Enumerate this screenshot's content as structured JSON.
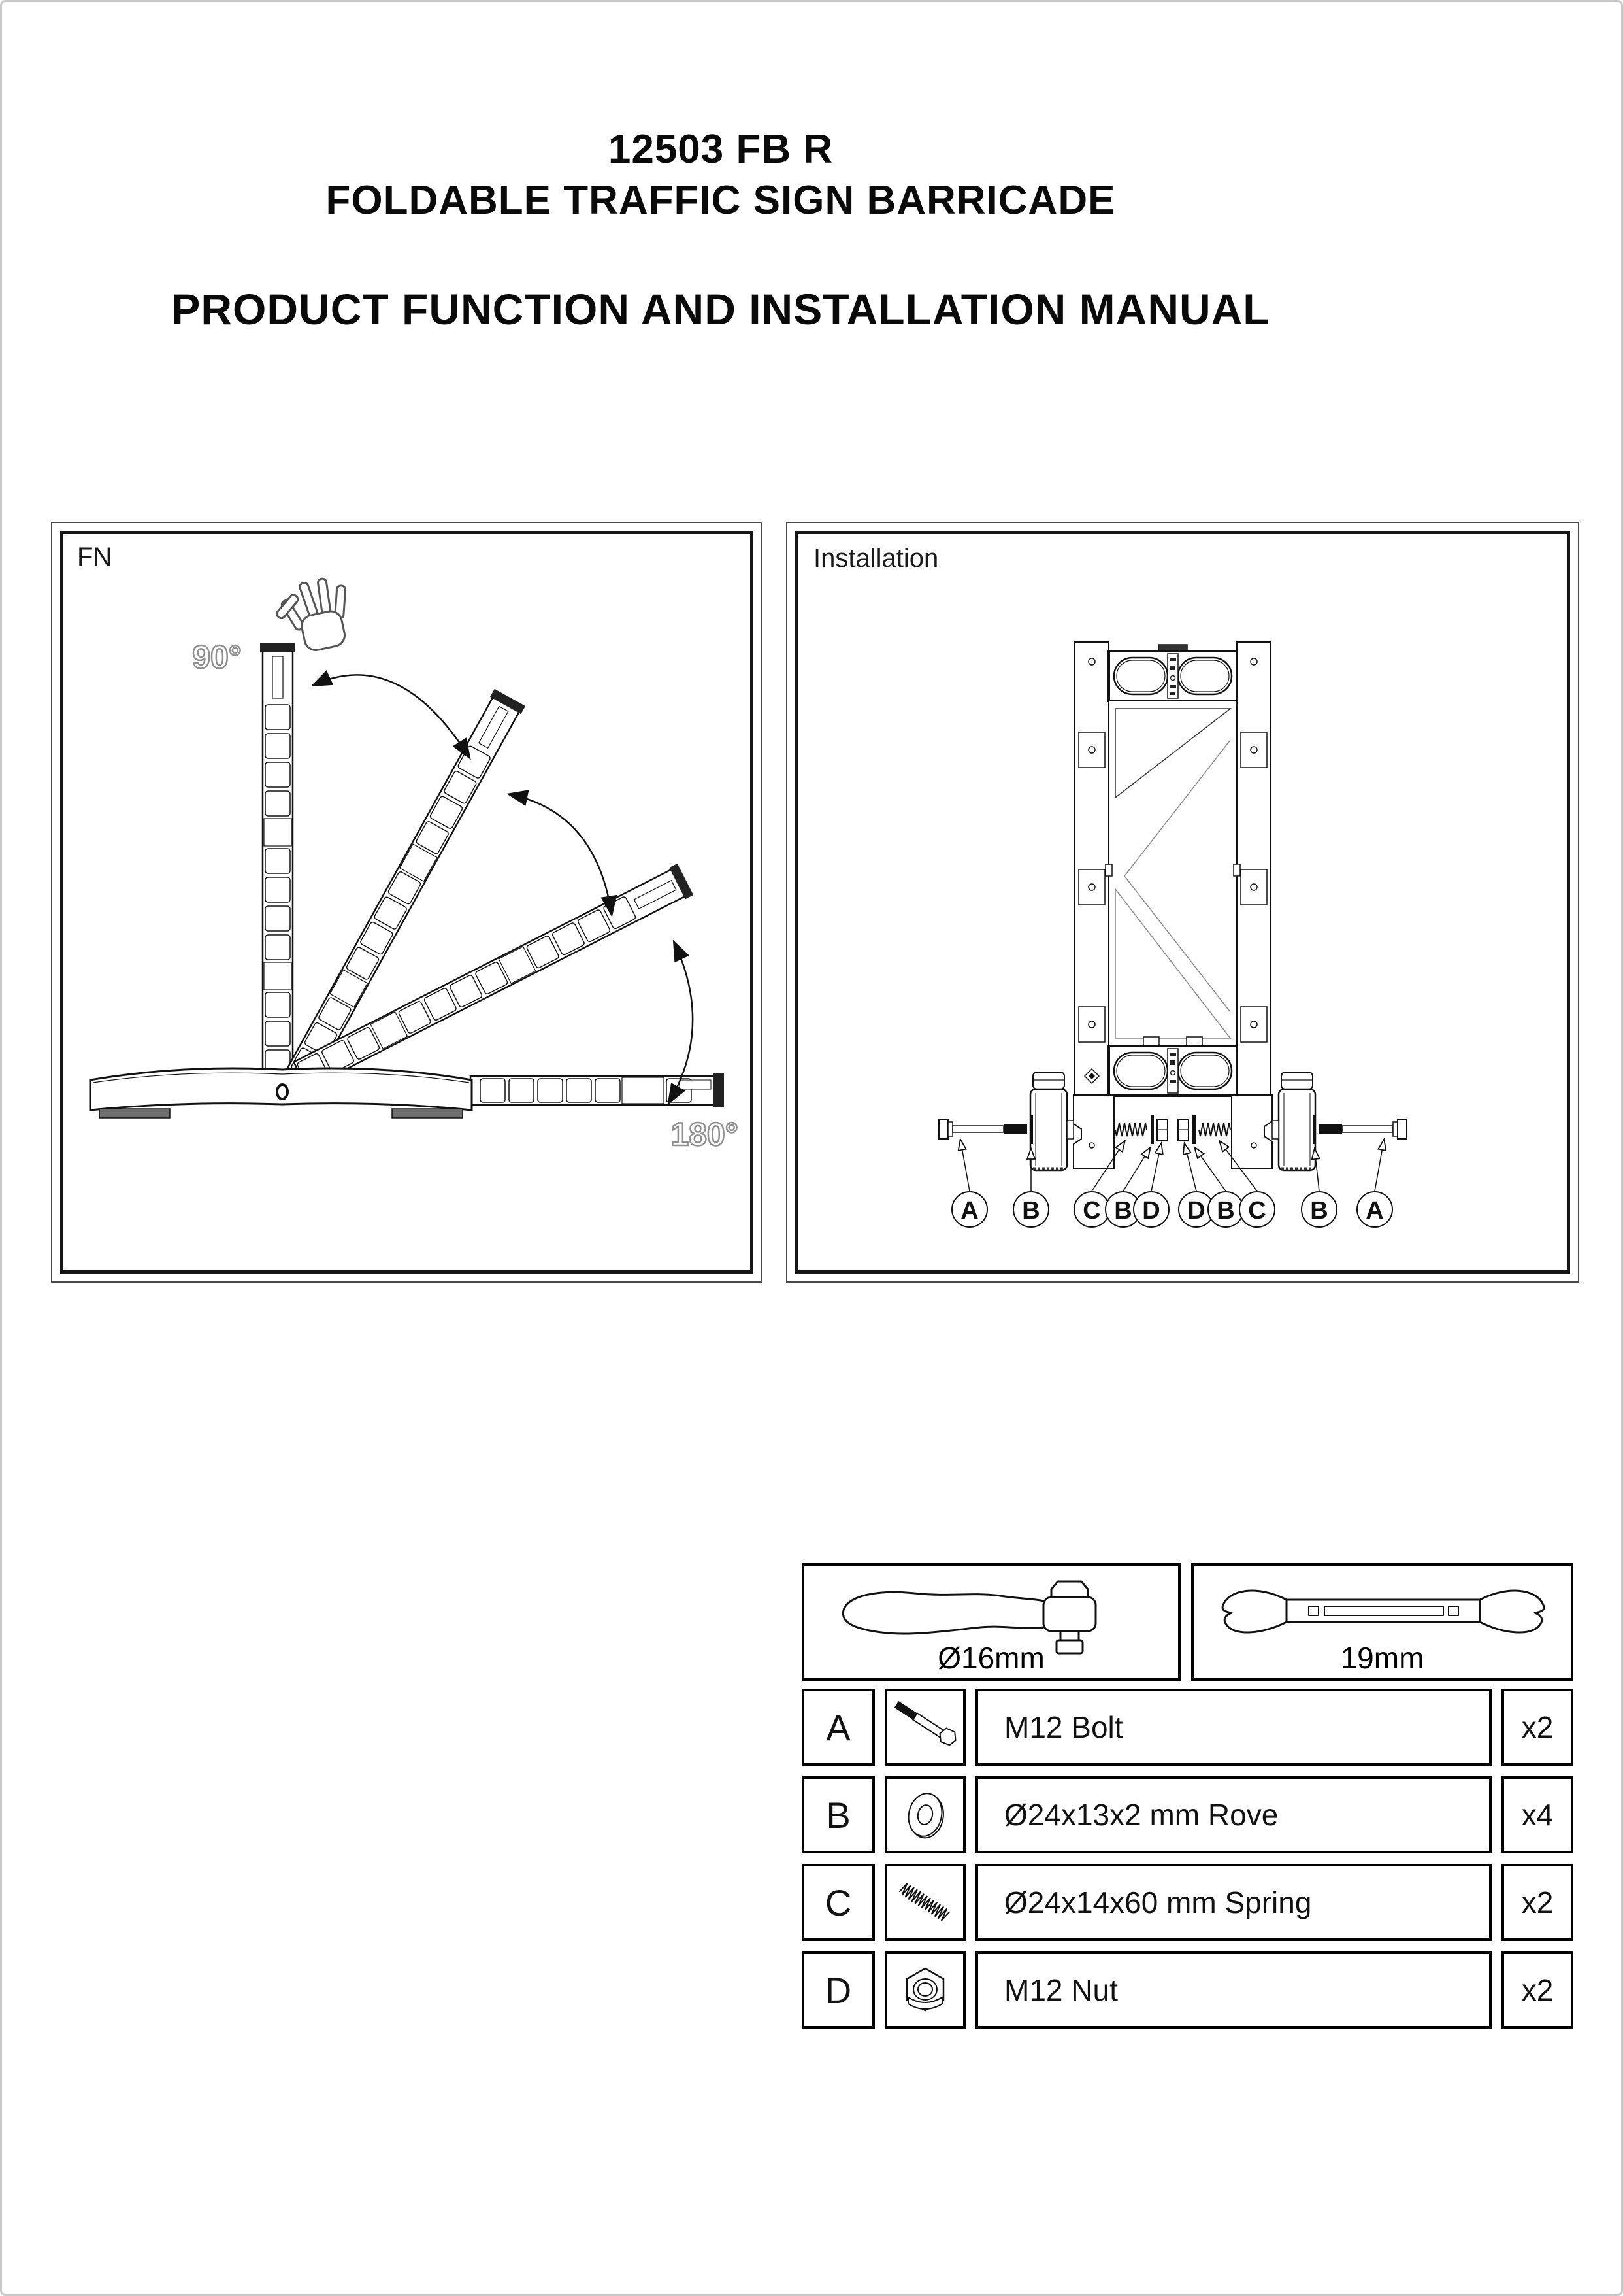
{
  "page": {
    "title_line1": "12503 FB R",
    "title_line2": "FOLDABLE TRAFFIC SIGN BARRICADE",
    "subtitle": "PRODUCT FUNCTION AND INSTALLATION MANUAL"
  },
  "fn_panel": {
    "label": "FN",
    "angle_start_label": "90°",
    "angle_end_label": "180°",
    "hand_icon": "open-hand-icon",
    "angle_label_color": "#8f8f8f"
  },
  "installation_panel": {
    "label": "Installation",
    "callouts": [
      "A",
      "B",
      "C",
      "B",
      "D",
      "D",
      "B",
      "C",
      "B",
      "A"
    ]
  },
  "tools": {
    "socket_wrench_icon": "ratchet-socket-wrench-icon",
    "socket_wrench_label": "Ø16mm",
    "open_end_wrench_icon": "open-end-wrench-icon",
    "open_end_wrench_label": "19mm"
  },
  "parts": [
    {
      "id": "A",
      "icon": "hex-bolt-icon",
      "description": "M12 Bolt",
      "quantity": "x2"
    },
    {
      "id": "B",
      "icon": "washer-icon",
      "description": "Ø24x13x2 mm Rove",
      "quantity": "x4"
    },
    {
      "id": "C",
      "icon": "spring-icon",
      "description": "Ø24x14x60 mm Spring",
      "quantity": "x2"
    },
    {
      "id": "D",
      "icon": "hex-nut-icon",
      "description": "M12 Nut",
      "quantity": "x2"
    }
  ]
}
